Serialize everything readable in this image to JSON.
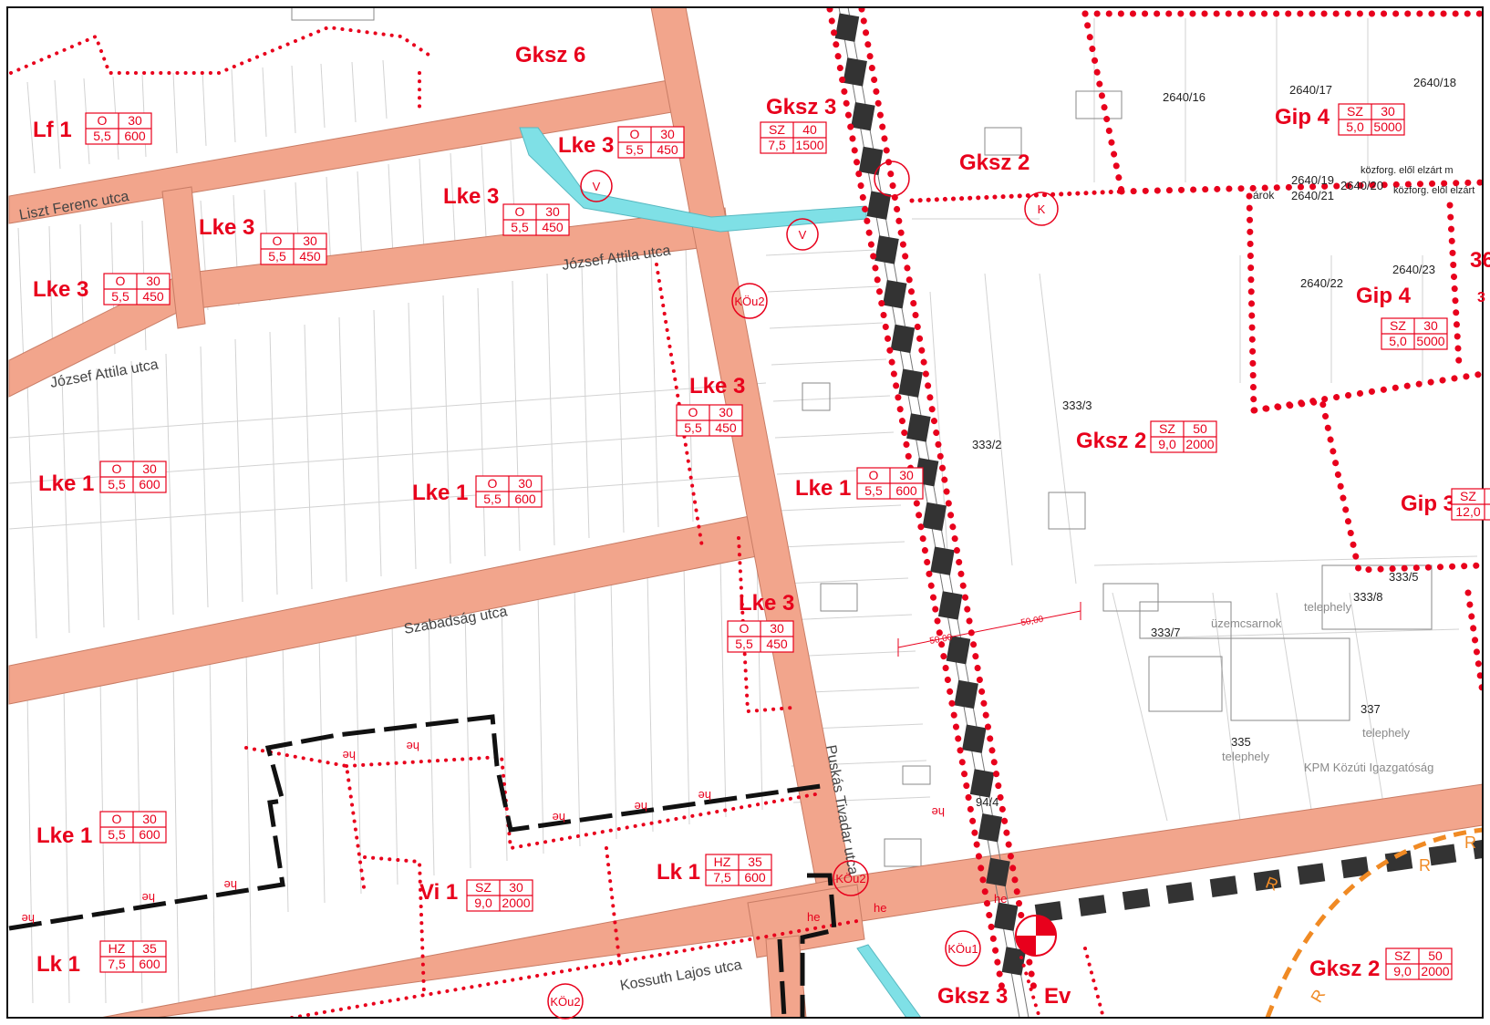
{
  "colors": {
    "road_fill": "#f2a58c",
    "zone_boundary": "#e8001c",
    "protected_line": "#111111",
    "railway_block": "#333333",
    "canal": "#7fe0e6",
    "orange_line": "#f08a24",
    "parcel_line": "#cfcfcf",
    "frame": "#111111"
  },
  "zones": [
    {
      "id": "gksz6",
      "label": "Gksz 6"
    },
    {
      "id": "lf1",
      "label": "Lf 1",
      "box": {
        "c1": "O",
        "c2": "30",
        "c3": "5,5",
        "c4": "600"
      }
    },
    {
      "id": "lke3a",
      "label": "Lke 3",
      "box": {
        "c1": "O",
        "c2": "30",
        "c3": "5,5",
        "c4": "450"
      }
    },
    {
      "id": "gksz3a",
      "label": "Gksz 3",
      "box": {
        "c1": "SZ",
        "c2": "40",
        "c3": "7,5",
        "c4": "1500"
      }
    },
    {
      "id": "gksz2a",
      "label": "Gksz 2"
    },
    {
      "id": "gip4a",
      "label": "Gip 4",
      "box": {
        "c1": "SZ",
        "c2": "30",
        "c3": "5,0",
        "c4": "5000"
      }
    },
    {
      "id": "lke3b",
      "label": "Lke 3",
      "box": {
        "c1": "O",
        "c2": "30",
        "c3": "5,5",
        "c4": "450"
      }
    },
    {
      "id": "lke3c",
      "label": "Lke 3",
      "box": {
        "c1": "O",
        "c2": "30",
        "c3": "5,5",
        "c4": "450"
      }
    },
    {
      "id": "lke3d",
      "label": "Lke 3",
      "box": {
        "c1": "O",
        "c2": "30",
        "c3": "5,5",
        "c4": "450"
      }
    },
    {
      "id": "gip4b",
      "label": "Gip 4",
      "box": {
        "c1": "SZ",
        "c2": "30",
        "c3": "5,0",
        "c4": "5000"
      }
    },
    {
      "id": "lke3e",
      "label": "Lke 3",
      "box": {
        "c1": "O",
        "c2": "30",
        "c3": "5,5",
        "c4": "450"
      }
    },
    {
      "id": "gksz2b",
      "label": "Gksz 2",
      "box": {
        "c1": "SZ",
        "c2": "50",
        "c3": "9,0",
        "c4": "2000"
      }
    },
    {
      "id": "lke1a",
      "label": "Lke 1",
      "box": {
        "c1": "O",
        "c2": "30",
        "c3": "5,5",
        "c4": "600"
      }
    },
    {
      "id": "lke1b",
      "label": "Lke 1",
      "box": {
        "c1": "O",
        "c2": "30",
        "c3": "5,5",
        "c4": "600"
      }
    },
    {
      "id": "lke1c",
      "label": "Lke 1",
      "box": {
        "c1": "O",
        "c2": "30",
        "c3": "5,5",
        "c4": "600"
      }
    },
    {
      "id": "gip3",
      "label": "Gip 3",
      "box": {
        "c1": "SZ",
        "c2": "",
        "c3": "12,0",
        "c4": ""
      }
    },
    {
      "id": "lke3f",
      "label": "Lke 3",
      "box": {
        "c1": "O",
        "c2": "30",
        "c3": "5,5",
        "c4": "450"
      }
    },
    {
      "id": "lke1d",
      "label": "Lke 1",
      "box": {
        "c1": "O",
        "c2": "30",
        "c3": "5,5",
        "c4": "600"
      }
    },
    {
      "id": "lk1a",
      "label": "Lk 1",
      "box": {
        "c1": "HZ",
        "c2": "35",
        "c3": "7,5",
        "c4": "600"
      }
    },
    {
      "id": "vi1",
      "label": "Vi 1",
      "box": {
        "c1": "SZ",
        "c2": "30",
        "c3": "9,0",
        "c4": "2000"
      }
    },
    {
      "id": "lk1b",
      "label": "Lk 1",
      "box": {
        "c1": "HZ",
        "c2": "35",
        "c3": "7,5",
        "c4": "600"
      }
    },
    {
      "id": "gksz3b",
      "label": "Gksz 3"
    },
    {
      "id": "ev",
      "label": "Ev"
    },
    {
      "id": "gksz2c",
      "label": "Gksz 2",
      "box": {
        "c1": "SZ",
        "c2": "50",
        "c3": "9,0",
        "c4": "2000"
      }
    },
    {
      "id": "frag36",
      "label": "36"
    }
  ],
  "streets": {
    "liszt": "Liszt Ferenc utca",
    "jozsef_a": "József Attila utca",
    "jozsef_b": "József Attila utca",
    "szabadsag": "Szabadság utca",
    "puskas": "Puskás Tivadar utca",
    "kossuth": "Kossuth Lajos utca"
  },
  "circle_labels": {
    "v1": "V",
    "v2": "V",
    "k1": "K",
    "kou2a": "KÖu2",
    "kou2b": "KÖu2",
    "kou1": "KÖu1",
    "kou2c": "KÖu2"
  },
  "parcels": {
    "p2640_16": "2640/16",
    "p2640_17": "2640/17",
    "p2640_18": "2640/18",
    "p2640_19": "2640/19",
    "p2640_20": "2640/20",
    "p2640_21": "2640/21",
    "p2640_22": "2640/22",
    "p2640_23": "2640/23",
    "p333_3": "333/3",
    "p333_2": "333/2",
    "p333_5": "333/5",
    "p333_8": "333/8",
    "p333_7": "333/7",
    "p335": "335",
    "p337": "337",
    "p94_4": "94/4",
    "arok": "árok"
  },
  "annotations": {
    "kozforg1": "közforg. elől elzárt m",
    "kozforg2": "közforg. elől elzárt",
    "uzemcsarnok": "üzemcsarnok",
    "telephely1": "telephely",
    "telephely2": "telephely",
    "telephely3": "telephely",
    "kpm": "KPM Közúti Igazgatóság",
    "dist1": "50,00",
    "dist2": "50,00",
    "frag3": "3"
  },
  "he_label": "he",
  "road_letter": "R"
}
